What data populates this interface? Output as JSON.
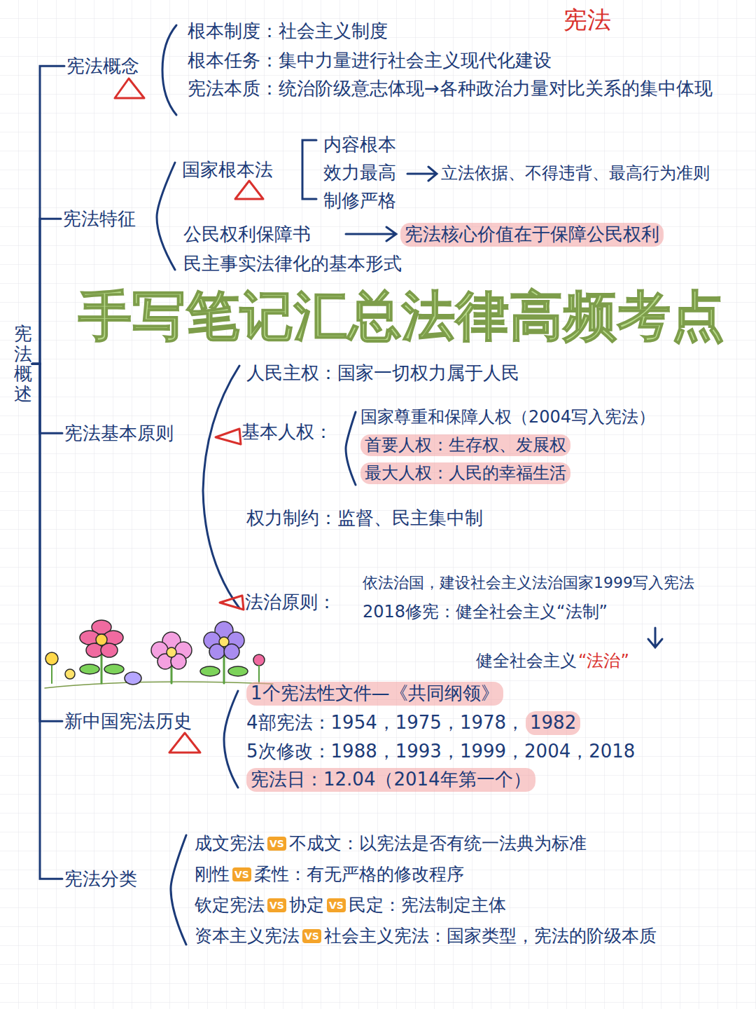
{
  "diagram": {
    "title": "宪法",
    "nodes": [
      {
        "text": [
          "宪法概述"
        ]
      },
      {
        "text": [
          "宪法概念"
        ]
      },
      {
        "text": [
          "宪法特征"
        ]
      },
      {
        "text": [
          "宪法基本原则"
        ]
      },
      {
        "text": [
          "新中国宪法历史"
        ]
      },
      {
        "text": [
          "宪法分类"
        ]
      }
    ],
    "edges": [
      {
        "from": 0,
        "to": 1,
        "arrow": "none"
      },
      {
        "from": 0,
        "to": 2,
        "arrow": "none"
      },
      {
        "from": 0,
        "to": 3,
        "arrow": "none"
      },
      {
        "from": 0,
        "to": 4,
        "arrow": "none"
      },
      {
        "from": 0,
        "to": 5,
        "arrow": "none"
      }
    ],
    "labels": [
      "根本制度：社会主义制度",
      "根本任务：集中力量进行社会主义现代化建设",
      "宪法本质：统治阶级意志体现→各种政治力量对比关系的集中体现",
      "国家根本法",
      "内容根本",
      "效力最高",
      "立法依据、不得违背、最高行为准则",
      "制修严格",
      "公民权利保障书",
      "宪法核心价值在于保障公民权利",
      "民主事实法律化的基本形式",
      "手写笔记汇总法律高频考点",
      "人民主权：国家一切权力属于人民",
      "基本人权：",
      "国家尊重和保障人权（2004写入宪法）",
      "首要人权：生存权、发展权",
      "最大人权：人民的幸福生活",
      "权力制约：监督、民主集中制",
      "法治原则：",
      "依法治国，建设社会主义法治国家1999写入宪法",
      "2018修宪：健全社会主义“法制”",
      "健全社会主义",
      "“法治”",
      "1个宪法性文件—《共同纲领》",
      "4部宪法：1954，1975，1978，",
      "1982",
      "5次修改：1988，1993，1999，2004，2018",
      "宪法日：12.04（2014年第一个）",
      "成文宪法",
      "VS",
      "不成文：以宪法是否有统一法典为标准",
      "刚性",
      "VS",
      "柔性：有无严格的修改程序",
      "钦定宪法",
      "VS",
      "协定",
      "VS",
      "民定：宪法制定主体",
      "资本主义宪法",
      "VS",
      "社会主义宪法：国家类型，宪法的阶级本质"
    ]
  }
}
